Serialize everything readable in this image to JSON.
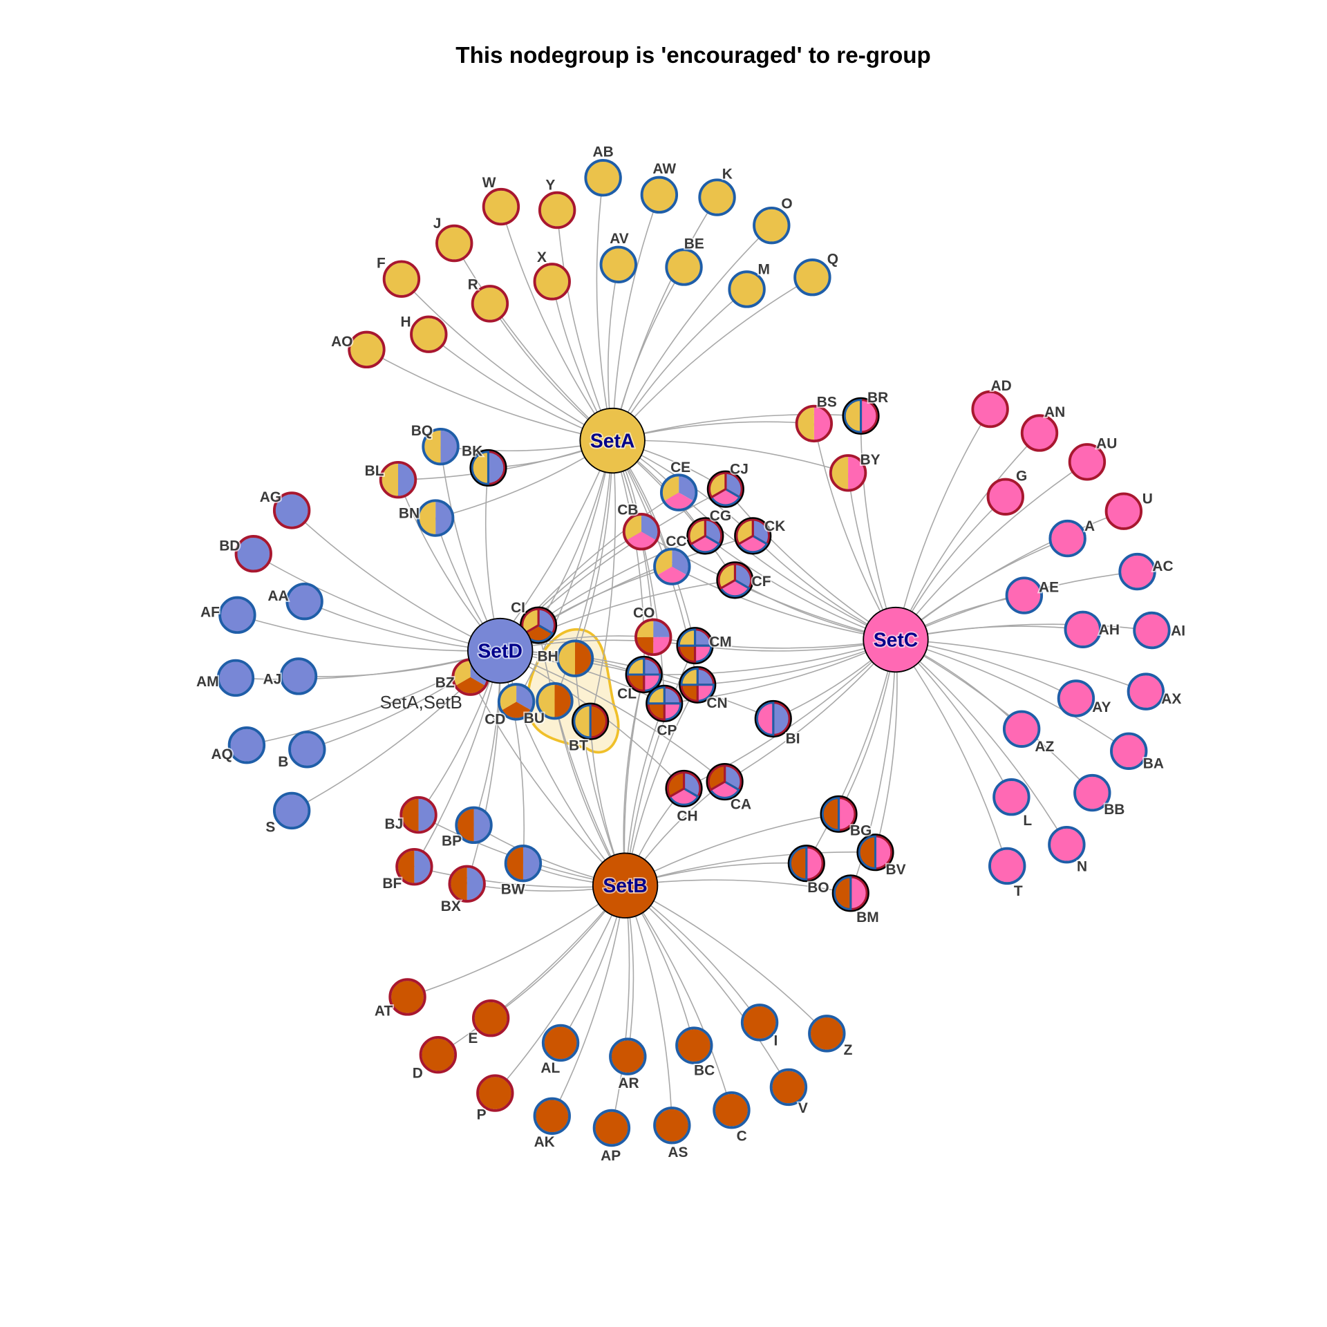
{
  "title": "This nodegroup is 'encouraged' to re-group",
  "colors": {
    "SetA": "#EBC24B",
    "SetB": "#CC5500",
    "SetC": "#FF69B4",
    "SetD": "#7887D6",
    "red": "#A8172F",
    "blue": "#1F5EA8",
    "multi": "#000000",
    "edge": "#A8A8A8",
    "hull_fill": "#FCF1D2",
    "hull_stroke": "#F0C02A"
  },
  "sets": [
    {
      "name": "SetA"
    },
    {
      "name": "SetB"
    },
    {
      "name": "SetC"
    },
    {
      "name": "SetD"
    }
  ],
  "hull": {
    "label": "SetA,SetB",
    "members": [
      "BH",
      "BU",
      "BT"
    ]
  },
  "nodes": [
    {
      "name": "AB",
      "slices": [
        "SetA"
      ],
      "border": "blue"
    },
    {
      "name": "AW",
      "slices": [
        "SetA"
      ],
      "border": "blue"
    },
    {
      "name": "K",
      "slices": [
        "SetA"
      ],
      "border": "blue"
    },
    {
      "name": "O",
      "slices": [
        "SetA"
      ],
      "border": "blue"
    },
    {
      "name": "Q",
      "slices": [
        "SetA"
      ],
      "border": "blue"
    },
    {
      "name": "M",
      "slices": [
        "SetA"
      ],
      "border": "blue"
    },
    {
      "name": "BE",
      "slices": [
        "SetA"
      ],
      "border": "blue"
    },
    {
      "name": "AV",
      "slices": [
        "SetA"
      ],
      "border": "blue"
    },
    {
      "name": "Y",
      "slices": [
        "SetA"
      ],
      "border": "red"
    },
    {
      "name": "W",
      "slices": [
        "SetA"
      ],
      "border": "red"
    },
    {
      "name": "J",
      "slices": [
        "SetA"
      ],
      "border": "red"
    },
    {
      "name": "X",
      "slices": [
        "SetA"
      ],
      "border": "red"
    },
    {
      "name": "F",
      "slices": [
        "SetA"
      ],
      "border": "red"
    },
    {
      "name": "R",
      "slices": [
        "SetA"
      ],
      "border": "red"
    },
    {
      "name": "H",
      "slices": [
        "SetA"
      ],
      "border": "red"
    },
    {
      "name": "AO",
      "slices": [
        "SetA"
      ],
      "border": "red"
    },
    {
      "name": "AG",
      "slices": [
        "SetD"
      ],
      "border": "red"
    },
    {
      "name": "BD",
      "slices": [
        "SetD"
      ],
      "border": "red"
    },
    {
      "name": "AA",
      "slices": [
        "SetD"
      ],
      "border": "blue"
    },
    {
      "name": "AF",
      "slices": [
        "SetD"
      ],
      "border": "blue"
    },
    {
      "name": "AM",
      "slices": [
        "SetD"
      ],
      "border": "blue"
    },
    {
      "name": "AJ",
      "slices": [
        "SetD"
      ],
      "border": "blue"
    },
    {
      "name": "AQ",
      "slices": [
        "SetD"
      ],
      "border": "blue"
    },
    {
      "name": "B",
      "slices": [
        "SetD"
      ],
      "border": "blue"
    },
    {
      "name": "S",
      "slices": [
        "SetD"
      ],
      "border": "blue"
    },
    {
      "name": "AD",
      "slices": [
        "SetC"
      ],
      "border": "red"
    },
    {
      "name": "AN",
      "slices": [
        "SetC"
      ],
      "border": "red"
    },
    {
      "name": "AU",
      "slices": [
        "SetC"
      ],
      "border": "red"
    },
    {
      "name": "G",
      "slices": [
        "SetC"
      ],
      "border": "red"
    },
    {
      "name": "U",
      "slices": [
        "SetC"
      ],
      "border": "red"
    },
    {
      "name": "A",
      "slices": [
        "SetC"
      ],
      "border": "blue"
    },
    {
      "name": "AC",
      "slices": [
        "SetC"
      ],
      "border": "blue"
    },
    {
      "name": "AE",
      "slices": [
        "SetC"
      ],
      "border": "blue"
    },
    {
      "name": "AH",
      "slices": [
        "SetC"
      ],
      "border": "blue"
    },
    {
      "name": "AI",
      "slices": [
        "SetC"
      ],
      "border": "blue"
    },
    {
      "name": "AX",
      "slices": [
        "SetC"
      ],
      "border": "blue"
    },
    {
      "name": "AY",
      "slices": [
        "SetC"
      ],
      "border": "blue"
    },
    {
      "name": "AZ",
      "slices": [
        "SetC"
      ],
      "border": "blue"
    },
    {
      "name": "BA",
      "slices": [
        "SetC"
      ],
      "border": "blue"
    },
    {
      "name": "BB",
      "slices": [
        "SetC"
      ],
      "border": "blue"
    },
    {
      "name": "L",
      "slices": [
        "SetC"
      ],
      "border": "blue"
    },
    {
      "name": "N",
      "slices": [
        "SetC"
      ],
      "border": "blue"
    },
    {
      "name": "T",
      "slices": [
        "SetC"
      ],
      "border": "blue"
    },
    {
      "name": "AT",
      "slices": [
        "SetB"
      ],
      "border": "red"
    },
    {
      "name": "E",
      "slices": [
        "SetB"
      ],
      "border": "red"
    },
    {
      "name": "D",
      "slices": [
        "SetB"
      ],
      "border": "red"
    },
    {
      "name": "P",
      "slices": [
        "SetB"
      ],
      "border": "red"
    },
    {
      "name": "AL",
      "slices": [
        "SetB"
      ],
      "border": "blue"
    },
    {
      "name": "AR",
      "slices": [
        "SetB"
      ],
      "border": "blue"
    },
    {
      "name": "BC",
      "slices": [
        "SetB"
      ],
      "border": "blue"
    },
    {
      "name": "I",
      "slices": [
        "SetB"
      ],
      "border": "blue"
    },
    {
      "name": "Z",
      "slices": [
        "SetB"
      ],
      "border": "blue"
    },
    {
      "name": "V",
      "slices": [
        "SetB"
      ],
      "border": "blue"
    },
    {
      "name": "C",
      "slices": [
        "SetB"
      ],
      "border": "blue"
    },
    {
      "name": "AS",
      "slices": [
        "SetB"
      ],
      "border": "blue"
    },
    {
      "name": "AP",
      "slices": [
        "SetB"
      ],
      "border": "blue"
    },
    {
      "name": "AK",
      "slices": [
        "SetB"
      ],
      "border": "blue"
    },
    {
      "name": "BQ",
      "slices": [
        "SetD",
        "SetA"
      ],
      "border": "blue"
    },
    {
      "name": "BL",
      "slices": [
        "SetD",
        "SetA"
      ],
      "border": "red"
    },
    {
      "name": "BN",
      "slices": [
        "SetD",
        "SetA"
      ],
      "border": "blue"
    },
    {
      "name": "BK",
      "slices": [
        "SetD",
        "SetA"
      ],
      "border": "multi"
    },
    {
      "name": "BS",
      "slices": [
        "SetC",
        "SetA"
      ],
      "border": "red"
    },
    {
      "name": "BY",
      "slices": [
        "SetC",
        "SetA"
      ],
      "border": "red"
    },
    {
      "name": "BR",
      "slices": [
        "SetC",
        "SetA"
      ],
      "border": "multi"
    },
    {
      "name": "BJ",
      "slices": [
        "SetD",
        "SetB"
      ],
      "border": "red"
    },
    {
      "name": "BP",
      "slices": [
        "SetD",
        "SetB"
      ],
      "border": "blue"
    },
    {
      "name": "BF",
      "slices": [
        "SetD",
        "SetB"
      ],
      "border": "red"
    },
    {
      "name": "BX",
      "slices": [
        "SetD",
        "SetB"
      ],
      "border": "red"
    },
    {
      "name": "BW",
      "slices": [
        "SetD",
        "SetB"
      ],
      "border": "blue"
    },
    {
      "name": "BG",
      "slices": [
        "SetC",
        "SetB"
      ],
      "border": "multi"
    },
    {
      "name": "BV",
      "slices": [
        "SetC",
        "SetB"
      ],
      "border": "multi"
    },
    {
      "name": "BO",
      "slices": [
        "SetC",
        "SetB"
      ],
      "border": "multi"
    },
    {
      "name": "BM",
      "slices": [
        "SetC",
        "SetB"
      ],
      "border": "multi"
    },
    {
      "name": "BI",
      "slices": [
        "SetD",
        "SetC"
      ],
      "border": "multi"
    },
    {
      "name": "BH",
      "slices": [
        "SetB",
        "SetA"
      ],
      "border": "blue"
    },
    {
      "name": "BU",
      "slices": [
        "SetB",
        "SetA"
      ],
      "border": "blue"
    },
    {
      "name": "BT",
      "slices": [
        "SetB",
        "SetA"
      ],
      "border": "multi"
    },
    {
      "name": "BZ",
      "slices": [
        "SetD",
        "SetB",
        "SetA"
      ],
      "border": "red"
    },
    {
      "name": "CD",
      "slices": [
        "SetD",
        "SetB",
        "SetA"
      ],
      "border": "blue"
    },
    {
      "name": "CI",
      "slices": [
        "SetD",
        "SetB",
        "SetA"
      ],
      "border": "multi"
    },
    {
      "name": "CE",
      "slices": [
        "SetD",
        "SetC",
        "SetA"
      ],
      "border": "blue"
    },
    {
      "name": "CB",
      "slices": [
        "SetD",
        "SetC",
        "SetA"
      ],
      "border": "red"
    },
    {
      "name": "CC",
      "slices": [
        "SetD",
        "SetC",
        "SetA"
      ],
      "border": "blue"
    },
    {
      "name": "CJ",
      "slices": [
        "SetD",
        "SetC",
        "SetA"
      ],
      "border": "multi"
    },
    {
      "name": "CG",
      "slices": [
        "SetD",
        "SetC",
        "SetA"
      ],
      "border": "multi"
    },
    {
      "name": "CK",
      "slices": [
        "SetD",
        "SetC",
        "SetA"
      ],
      "border": "multi"
    },
    {
      "name": "CF",
      "slices": [
        "SetD",
        "SetC",
        "SetA"
      ],
      "border": "multi"
    },
    {
      "name": "CH",
      "slices": [
        "SetD",
        "SetC",
        "SetB"
      ],
      "border": "multi"
    },
    {
      "name": "CA",
      "slices": [
        "SetD",
        "SetC",
        "SetB"
      ],
      "border": "multi"
    },
    {
      "name": "CO",
      "slices": [
        "SetD",
        "SetC",
        "SetB",
        "SetA"
      ],
      "border": "red"
    },
    {
      "name": "CM",
      "slices": [
        "SetD",
        "SetC",
        "SetB",
        "SetA"
      ],
      "border": "multi"
    },
    {
      "name": "CL",
      "slices": [
        "SetD",
        "SetC",
        "SetB",
        "SetA"
      ],
      "border": "multi"
    },
    {
      "name": "CN",
      "slices": [
        "SetD",
        "SetC",
        "SetB",
        "SetA"
      ],
      "border": "multi"
    },
    {
      "name": "CP",
      "slices": [
        "SetD",
        "SetC",
        "SetB",
        "SetA"
      ],
      "border": "multi"
    }
  ]
}
